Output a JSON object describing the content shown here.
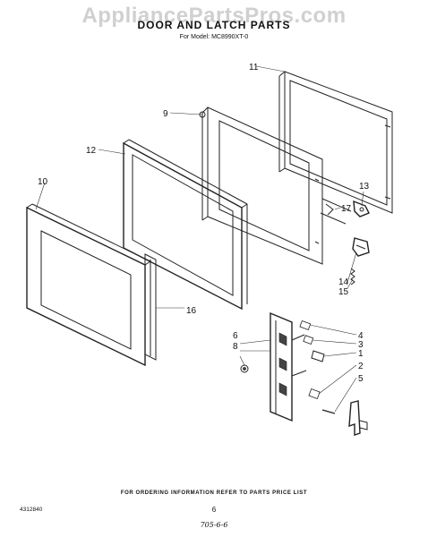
{
  "header": {
    "watermark": "AppliancePartsPros.com",
    "title": "DOOR AND LATCH PARTS",
    "model": "For Model: MC8990XT-0"
  },
  "callouts": [
    {
      "key": "c11",
      "text": "11"
    },
    {
      "key": "c9",
      "text": "9"
    },
    {
      "key": "c12",
      "text": "12"
    },
    {
      "key": "c10",
      "text": "10"
    },
    {
      "key": "c13",
      "text": "13"
    },
    {
      "key": "c17",
      "text": "17"
    },
    {
      "key": "c14",
      "text": "14"
    },
    {
      "key": "c15",
      "text": "15"
    },
    {
      "key": "c16",
      "text": "16"
    },
    {
      "key": "c4",
      "text": "4"
    },
    {
      "key": "c3",
      "text": "3"
    },
    {
      "key": "c1",
      "text": "1"
    },
    {
      "key": "c2",
      "text": "2"
    },
    {
      "key": "c5",
      "text": "5"
    },
    {
      "key": "c6",
      "text": "6"
    },
    {
      "key": "c8",
      "text": "8"
    }
  ],
  "footer": {
    "ordering_info": "FOR ORDERING INFORMATION REFER TO PARTS PRICE LIST",
    "part_number": "4312840",
    "page_number": "6",
    "handwritten_note": "705-6-6"
  }
}
